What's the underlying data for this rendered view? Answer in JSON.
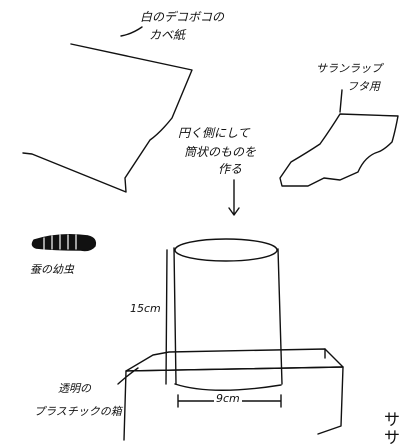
{
  "labels": {
    "wallpaper_line1": "白のデコボコの",
    "wallpaper_line2": "カベ紙",
    "wrap_line1": "サランラップ",
    "wrap_line2": "フタ用",
    "roll_line1": "円く側にして",
    "roll_line2": "筒状のものを",
    "roll_line3": "作る",
    "larva": "蚕の幼虫",
    "height": "15cm",
    "diameter": "9cm",
    "box_line1": "透明の",
    "box_line2": "プラスチックの箱",
    "cutoff_1": "サ",
    "cutoff_2": "サ"
  },
  "colors": {
    "ink": "#111111",
    "background": "#ffffff"
  },
  "icons": {
    "larva": "silkworm-larva-sketch",
    "arrow": "down-arrow"
  }
}
